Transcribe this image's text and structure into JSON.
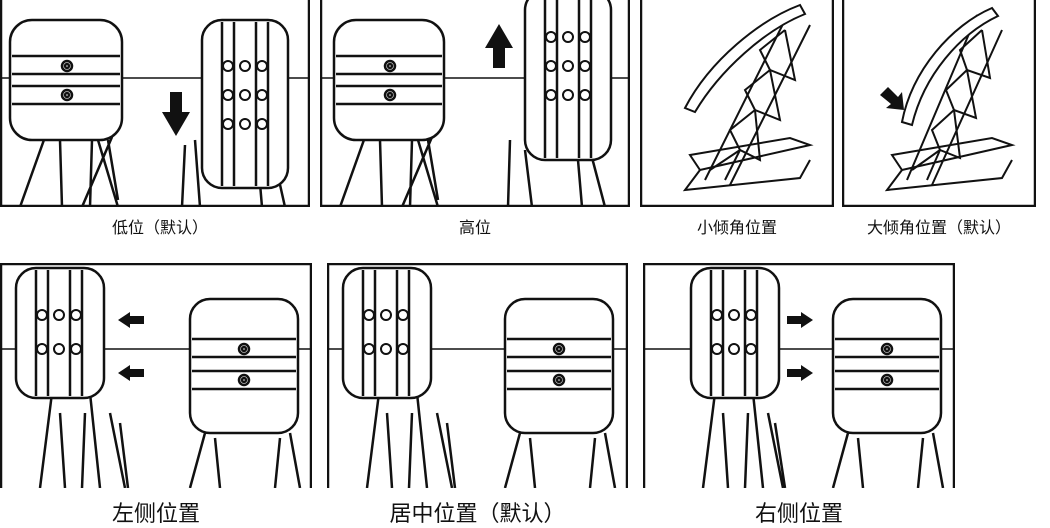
{
  "captions": {
    "low_position": "低位（默认）",
    "high_position": "高位",
    "small_tilt": "小倾角位置",
    "large_tilt": "大倾角位置（默认）",
    "left_position": "左侧位置",
    "center_position": "居中位置（默认）",
    "right_position": "右侧位置"
  },
  "icons": {
    "down_arrow": "arrow-down-icon",
    "up_arrow": "arrow-up-icon",
    "left_arrow": "arrow-left-icon",
    "right_arrow": "arrow-right-icon",
    "diag_arrow": "arrow-diagonal-icon"
  },
  "colors": {
    "line": "#111111",
    "background": "#ffffff"
  }
}
